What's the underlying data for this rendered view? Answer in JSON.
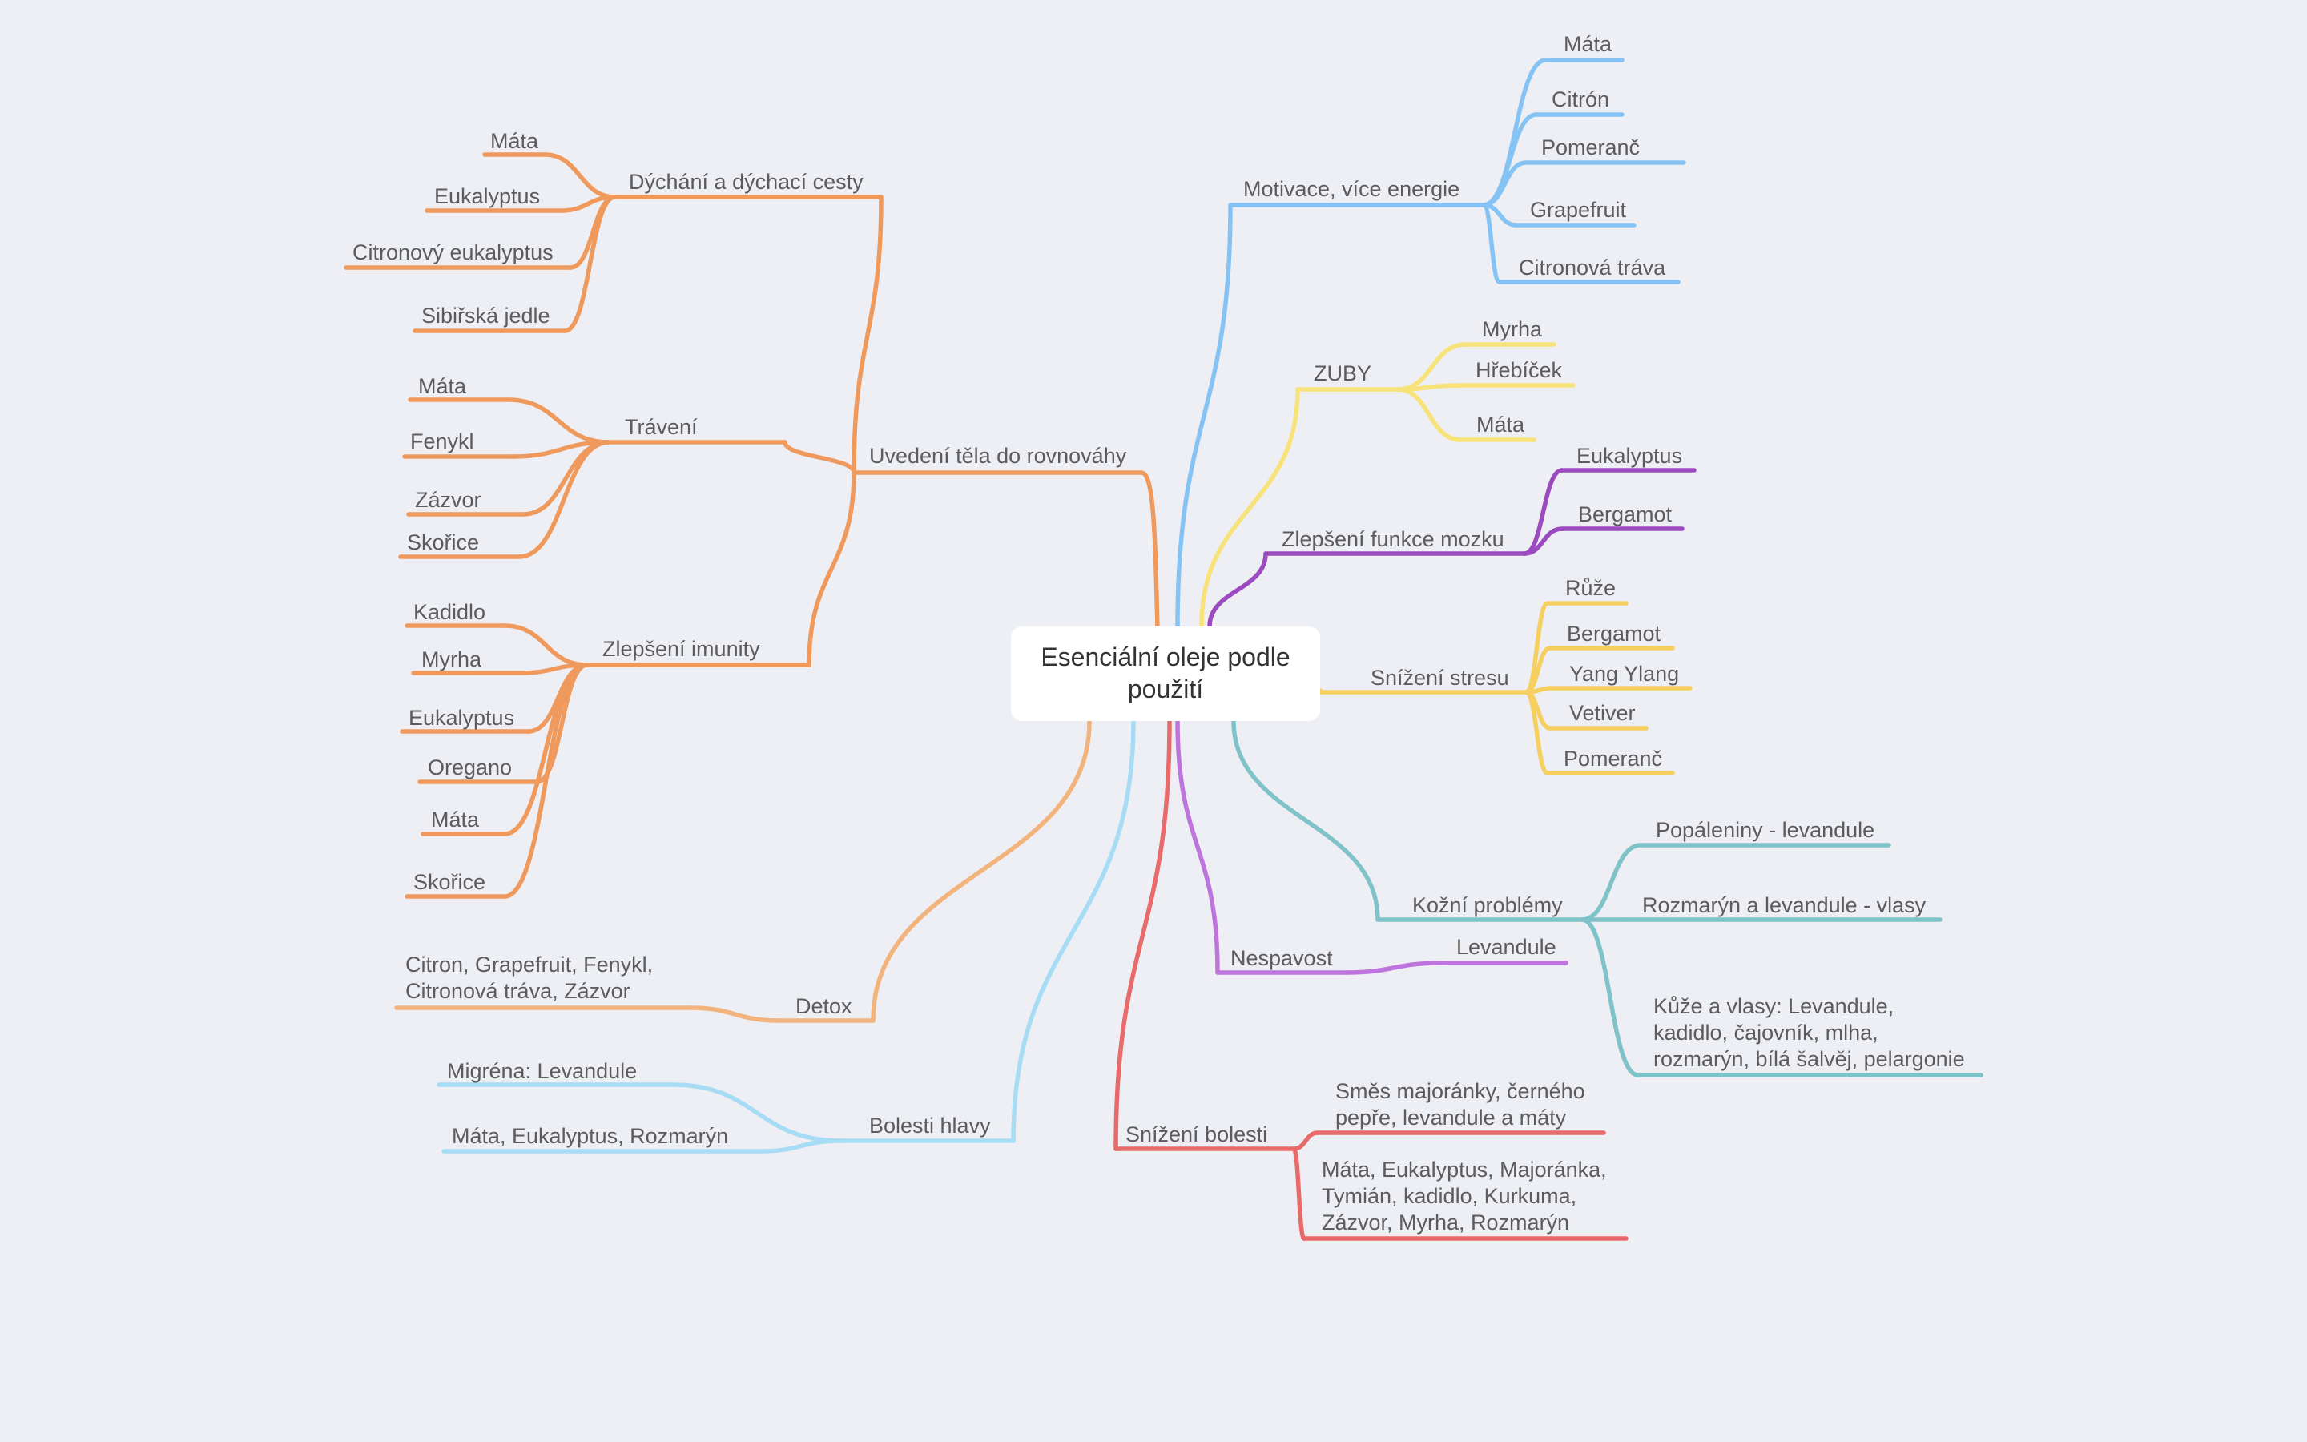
{
  "root": {
    "label": [
      "Esenciální oleje podle",
      "použití"
    ]
  },
  "branches": [
    {
      "id": "balance",
      "color": "#ef9a5c",
      "label": [
        "Uvedení těla do rovnováhy"
      ],
      "children": [
        {
          "id": "breathing",
          "label": [
            "Dýchání a dýchací cesty"
          ],
          "children": [
            {
              "label": [
                "Máta"
              ]
            },
            {
              "label": [
                "Eukalyptus"
              ]
            },
            {
              "label": [
                "Citronový eukalyptus"
              ]
            },
            {
              "label": [
                "Sibiřská jedle"
              ]
            }
          ]
        },
        {
          "id": "digestion",
          "label": [
            "Trávení"
          ],
          "children": [
            {
              "label": [
                "Máta"
              ]
            },
            {
              "label": [
                "Fenykl"
              ]
            },
            {
              "label": [
                "Zázvor"
              ]
            },
            {
              "label": [
                "Skořice"
              ]
            }
          ]
        },
        {
          "id": "immunity",
          "label": [
            "Zlepšení imunity"
          ],
          "children": [
            {
              "label": [
                "Kadidlo"
              ]
            },
            {
              "label": [
                "Myrha"
              ]
            },
            {
              "label": [
                "Eukalyptus"
              ]
            },
            {
              "label": [
                "Oregano"
              ]
            },
            {
              "label": [
                "Máta"
              ]
            },
            {
              "label": [
                "Skořice"
              ]
            }
          ]
        }
      ]
    },
    {
      "id": "detox",
      "color": "#f2b37c",
      "label": [
        "Detox"
      ],
      "children": [
        {
          "label": [
            "Citron, Grapefruit, Fenykl,",
            "Citronová tráva, Zázvor"
          ]
        }
      ]
    },
    {
      "id": "headache",
      "color": "#a7dcf5",
      "label": [
        "Bolesti hlavy"
      ],
      "children": [
        {
          "label": [
            "Migréna: Levandule"
          ]
        },
        {
          "label": [
            "Máta, Eukalyptus, Rozmarýn"
          ]
        }
      ]
    },
    {
      "id": "motivation",
      "color": "#86c3f5",
      "label": [
        "Motivace, více energie"
      ],
      "children": [
        {
          "label": [
            "Máta"
          ]
        },
        {
          "label": [
            "Citrón"
          ]
        },
        {
          "label": [
            "Pomeranč"
          ]
        },
        {
          "label": [
            "Grapefruit"
          ]
        },
        {
          "label": [
            "Citronová tráva"
          ]
        }
      ]
    },
    {
      "id": "teeth",
      "color": "#f7e37a",
      "label": [
        "ZUBY"
      ],
      "children": [
        {
          "label": [
            "Myrha"
          ]
        },
        {
          "label": [
            "Hřebíček"
          ]
        },
        {
          "label": [
            "Máta"
          ]
        }
      ]
    },
    {
      "id": "brain",
      "color": "#9b4bbf",
      "label": [
        "Zlepšení funkce mozku"
      ],
      "children": [
        {
          "label": [
            "Eukalyptus"
          ]
        },
        {
          "label": [
            "Bergamot"
          ]
        }
      ]
    },
    {
      "id": "stress",
      "color": "#f6cf61",
      "label": [
        "Snížení stresu"
      ],
      "children": [
        {
          "label": [
            "Růže"
          ]
        },
        {
          "label": [
            "Bergamot"
          ]
        },
        {
          "label": [
            "Yang Ylang"
          ]
        },
        {
          "label": [
            "Vetiver"
          ]
        },
        {
          "label": [
            "Pomeranč"
          ]
        }
      ]
    },
    {
      "id": "skin",
      "color": "#7fc3c8",
      "label": [
        "Kožní problémy"
      ],
      "children": [
        {
          "label": [
            "Popáleniny - levandule"
          ]
        },
        {
          "label": [
            "Rozmarýn a levandule - vlasy"
          ]
        },
        {
          "label": [
            "Kůže a vlasy: Levandule,",
            "kadidlo, čajovník, mlha,",
            "rozmarýn, bílá šalvěj, pelargonie"
          ]
        }
      ]
    },
    {
      "id": "insomnia",
      "color": "#bd74dc",
      "label": [
        "Nespavost"
      ],
      "children": [
        {
          "label": [
            "Levandule"
          ]
        }
      ]
    },
    {
      "id": "pain",
      "color": "#e86a6a",
      "label": [
        "Snížení bolesti"
      ],
      "children": [
        {
          "label": [
            "Směs majoránky, černého",
            "pepře, levandule a máty"
          ]
        },
        {
          "label": [
            "Máta, Eukalyptus, Majoránka,",
            "Tymián, kadidlo, Kurkuma,",
            "Zázvor, Myrha, Rozmarýn"
          ]
        }
      ]
    }
  ]
}
